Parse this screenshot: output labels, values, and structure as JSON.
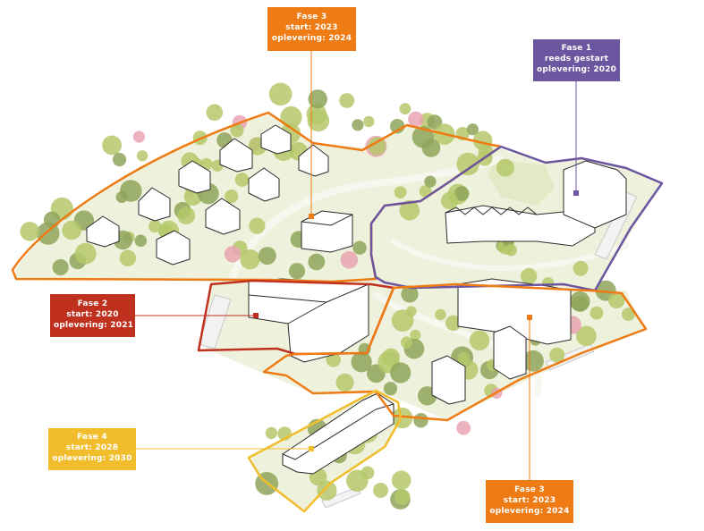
{
  "colors": {
    "fase1": "#6b569f",
    "fase2": "#c0301f",
    "fase3": "#ee7b14",
    "fase4": "#f2bd2c",
    "greenery_light": "#e7ecd2",
    "tree_green": "#b5c86a",
    "tree_dark": "#8fa55a",
    "blossom": "#e9a5b1"
  },
  "phases": [
    {
      "id": "fase3_top",
      "title": "Fase 3",
      "start": "start: 2023",
      "delivery": "oplevering: 2024",
      "color_key": "fase3"
    },
    {
      "id": "fase1",
      "title": "Fase 1",
      "start": "reeds gestart",
      "delivery": "oplevering: 2020",
      "color_key": "fase1"
    },
    {
      "id": "fase2",
      "title": "Fase 2",
      "start": "start: 2020",
      "delivery": "oplevering: 2021",
      "color_key": "fase2"
    },
    {
      "id": "fase4",
      "title": "Fase 4",
      "start": "start: 2028",
      "delivery": "oplevering: 2030",
      "color_key": "fase4"
    },
    {
      "id": "fase3_bottom",
      "title": "Fase 3",
      "start": "start: 2023",
      "delivery": "oplevering: 2024",
      "color_key": "fase3"
    }
  ]
}
